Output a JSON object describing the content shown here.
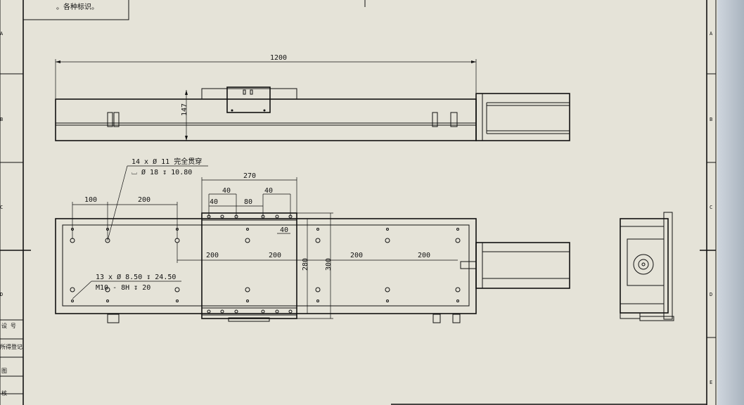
{
  "title_block": {
    "top_note": "。各种标识。"
  },
  "zone_letters": {
    "left": [
      "A",
      "B",
      "C",
      "D"
    ],
    "right": [
      "A",
      "B",
      "C",
      "D",
      "E"
    ]
  },
  "left_table": [
    "设 号",
    "所得登记",
    "图",
    "核"
  ],
  "dimensions": {
    "total_length": "1200",
    "height": "147",
    "d270": "270",
    "d40a": "40",
    "d40b": "40",
    "d40c": "40",
    "d80": "80",
    "d40d": "40",
    "d100": "100",
    "d200a": "200",
    "d200b": "200",
    "d200c": "200",
    "d200d": "200",
    "d200e": "200",
    "d280": "280",
    "d300": "300"
  },
  "notes": {
    "hole1_line1": "14 x Ø 11 完全贯穿",
    "hole1_line2": "⌴ Ø 18 ↧ 10.80",
    "hole2_line1": "13 x Ø 8.50 ↧ 24.50",
    "hole2_line2": "M10 - 8H ↧ 20"
  },
  "colors": {
    "background": "#e5e3d8",
    "line": "#111111"
  }
}
